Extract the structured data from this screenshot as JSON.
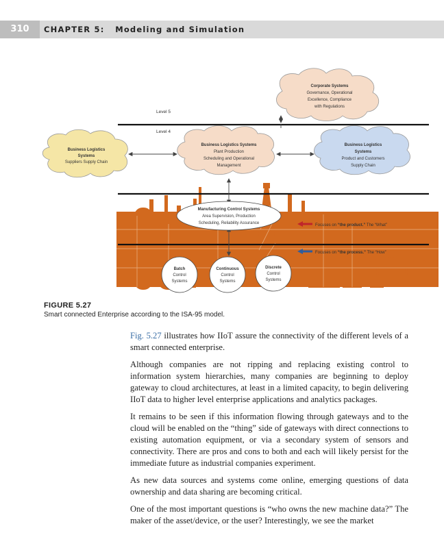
{
  "header": {
    "page_number": "310",
    "chapter": "CHAPTER 5:",
    "chapter_title": "Modeling and Simulation"
  },
  "figure": {
    "corporate": [
      "Corporate Systems",
      "Governance, Operational",
      "Excellence, Compliance",
      "with Regulations"
    ],
    "level5": "Level 5",
    "level4": "Level 4",
    "blog_left": [
      "Business Logistics",
      "Systems",
      "Suppliers Supply Chain"
    ],
    "blog_center": [
      "Business Logistics Systems",
      "Plant Production",
      "Scheduling and Operational",
      "Management"
    ],
    "blog_right": [
      "Business Logistics",
      "Systems",
      "Product and Customers",
      "Supply Chain"
    ],
    "mcs": [
      "Manufacturing Control Systems",
      "Area Supervision, Production",
      "Scheduling, Reliability Assurance"
    ],
    "focus_product": {
      "prefix": "Focuses on ",
      "bold": "“the product.”",
      "suffix": " The “What”"
    },
    "focus_process": {
      "prefix": "Focuses on ",
      "bold": "“the process.”",
      "suffix": " The “How”"
    },
    "batch": [
      "Batch",
      "Control",
      "Systems"
    ],
    "continuous": [
      "Continuous",
      "Control",
      "Systems"
    ],
    "discrete": [
      "Discrete",
      "Control",
      "Systems"
    ]
  },
  "caption": {
    "label": "FIGURE 5.27",
    "text": "Smart connected Enterprise according to the ISA-95 model."
  },
  "body": {
    "p1_ref": "Fig. 5.27",
    "p1_rest": " illustrates how IIoT assure the connectivity of the different levels of a smart connected enterprise.",
    "p2": "Although companies are not ripping and replacing existing control to information system hierarchies, many companies are beginning to deploy gateway to cloud architectures, at least in a limited capacity, to begin delivering IIoT data to higher level enterprise applications and analytics packages.",
    "p3": "It remains to be seen if this information flowing through gateways and to the cloud will be enabled on the “thing” side of gateways with direct connections to existing automation equipment, or via a secondary system of sensors and connectivity. There are pros and cons to both and each will likely persist for the immediate future as industrial companies experiment.",
    "p4": "As new data sources and systems come online, emerging questions of data ownership and data sharing are becoming critical.",
    "p5": "One of the most important questions is “who owns the new machine data?” The maker of the asset/device, or the user? Interestingly, we see the market"
  },
  "colors": {
    "plant": "#d2691e",
    "cloud_yellow": "#f5e6a6",
    "cloud_peach": "#f6dcc8",
    "cloud_blue": "#c9d9ef",
    "arrow_red": "#c0262a",
    "arrow_blue": "#2f5d9e",
    "link": "#3a6ea5"
  }
}
